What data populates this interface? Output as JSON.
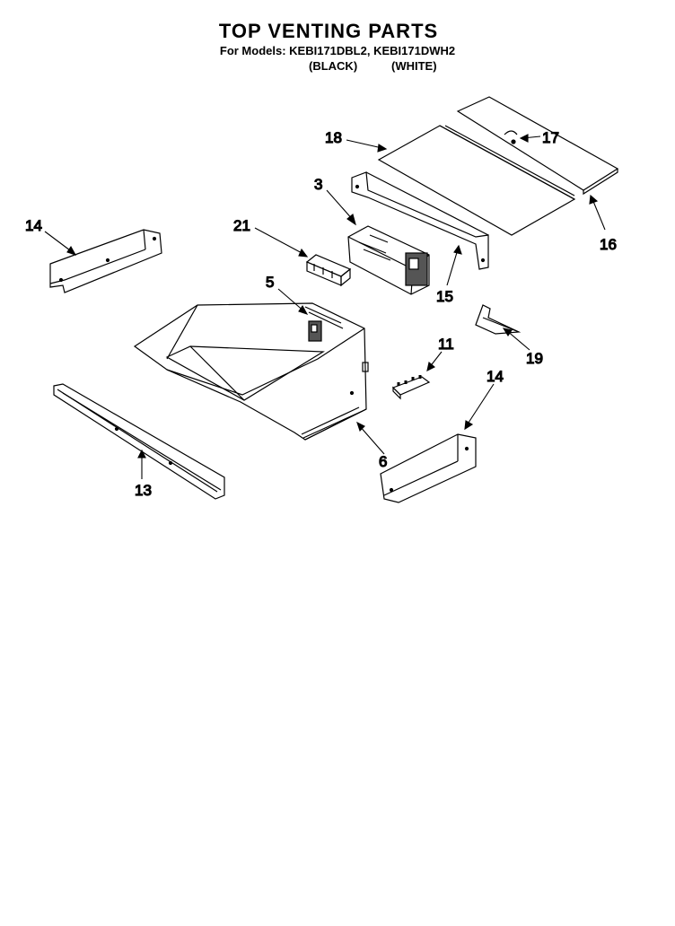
{
  "header": {
    "title": "TOP VENTING PARTS",
    "models_line": "For Models: KEBI171DBL2, KEBI171DWH2",
    "color_black": "(BLACK)",
    "color_white": "(WHITE)"
  },
  "callouts": [
    {
      "id": "c18",
      "text": "18"
    },
    {
      "id": "c17",
      "text": "17"
    },
    {
      "id": "c3",
      "text": "3"
    },
    {
      "id": "c14a",
      "text": "14"
    },
    {
      "id": "c21",
      "text": "21"
    },
    {
      "id": "c16",
      "text": "16"
    },
    {
      "id": "c5",
      "text": "5"
    },
    {
      "id": "c15",
      "text": "15"
    },
    {
      "id": "c11",
      "text": "11"
    },
    {
      "id": "c19",
      "text": "19"
    },
    {
      "id": "c14b",
      "text": "14"
    },
    {
      "id": "c6",
      "text": "6"
    },
    {
      "id": "c13",
      "text": "13"
    }
  ]
}
